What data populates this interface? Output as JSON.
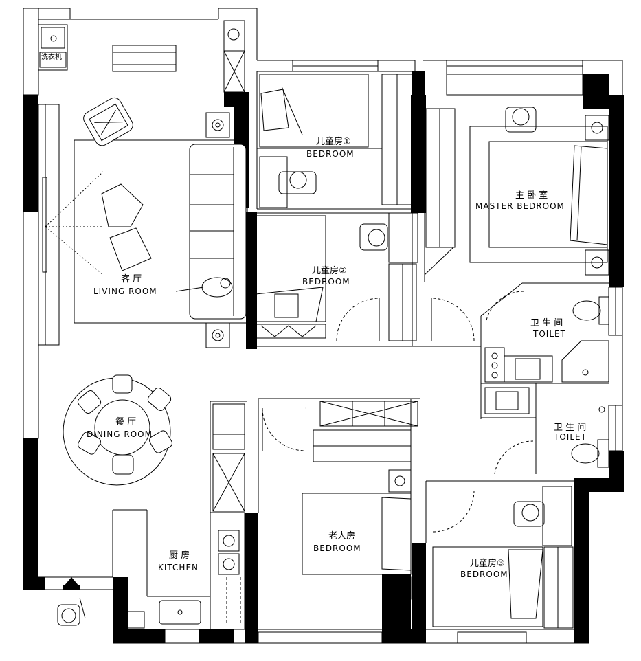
{
  "rooms": {
    "living": {
      "cn": "客 厅",
      "en": "LIVING ROOM"
    },
    "dining": {
      "cn": "餐 厅",
      "en": "DINING ROOM"
    },
    "kitchen": {
      "cn": "厨 房",
      "en": "KITCHEN"
    },
    "kids1": {
      "cn": "儿童房①",
      "en": "BEDROOM"
    },
    "kids2": {
      "cn": "儿童房②",
      "en": "BEDROOM"
    },
    "kids3": {
      "cn": "儿童房③",
      "en": "BEDROOM"
    },
    "master": {
      "cn": "主 卧 室",
      "en": "MASTER BEDROOM"
    },
    "elder": {
      "cn": "老人房",
      "en": "BEDROOM"
    },
    "toilet1": {
      "cn": "卫 生 间",
      "en": "TOILET"
    },
    "toilet2": {
      "cn": "卫 生 间",
      "en": "TOILET"
    },
    "laundry": {
      "cn": "洗衣机"
    }
  },
  "icons": [
    "entrance-arrow-icon",
    "person-icon",
    "air-conditioner-icon",
    "toilet-icon",
    "sink-icon",
    "stove-icon",
    "floor-drain-icon"
  ]
}
